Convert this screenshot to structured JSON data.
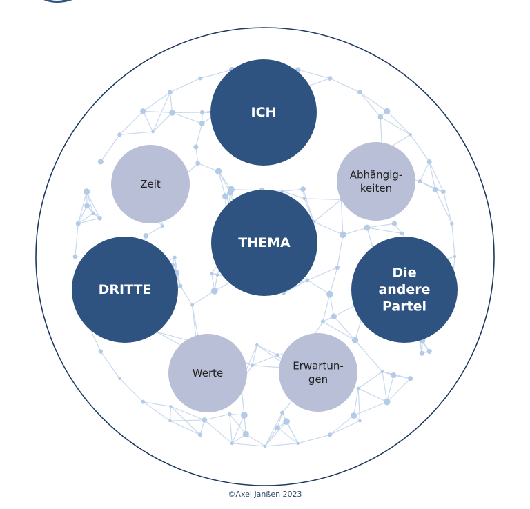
{
  "colors": {
    "outer_ring": "#1e3a5f",
    "dark_node": "#2e5380",
    "light_node": "#b8bfd6",
    "network": "#c9d9ec",
    "network_dot": "#b3cbe6",
    "dark_text": "#ffffff",
    "light_text": "#222222"
  },
  "nodes": {
    "ich": {
      "lines": [
        "ICH"
      ],
      "style": "dark"
    },
    "thema": {
      "lines": [
        "THEMA"
      ],
      "style": "dark"
    },
    "dritte": {
      "lines": [
        "DRITTE"
      ],
      "style": "dark"
    },
    "andere_partei": {
      "lines": [
        "Die",
        "andere",
        "Partei"
      ],
      "style": "dark"
    },
    "zeit": {
      "lines": [
        "Zeit"
      ],
      "style": "light"
    },
    "abhaengigkeiten": {
      "lines": [
        "Abhängig-",
        "keiten"
      ],
      "style": "light"
    },
    "werte": {
      "lines": [
        "Werte"
      ],
      "style": "light"
    },
    "erwartungen": {
      "lines": [
        "Erwartun-",
        "gen"
      ],
      "style": "light"
    }
  },
  "footer": {
    "copyright": "©Axel Janßen 2023"
  }
}
